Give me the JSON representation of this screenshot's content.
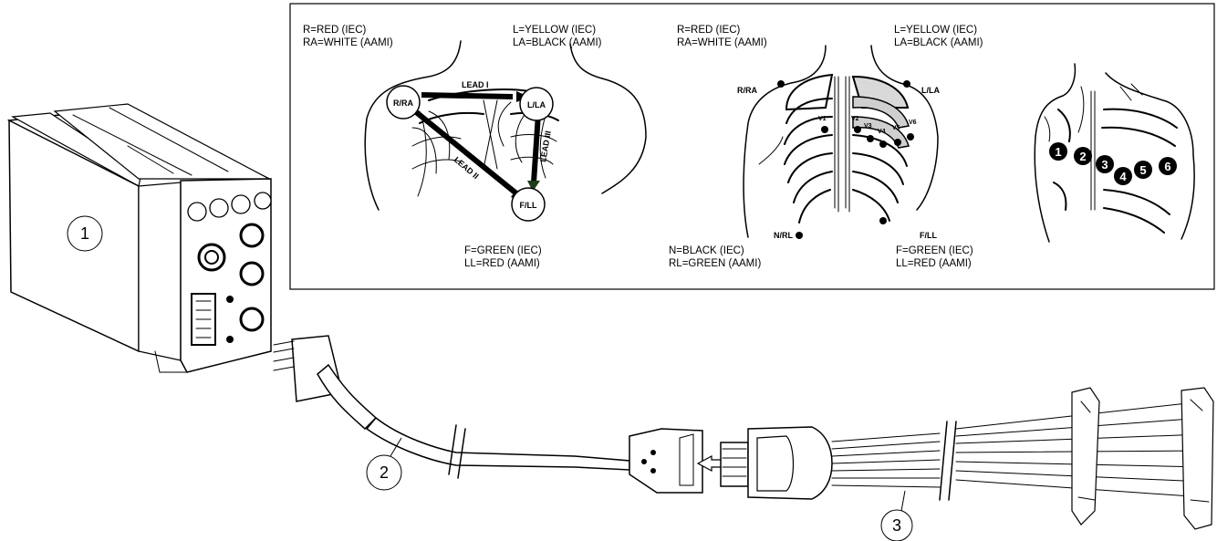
{
  "callouts": [
    "1",
    "2",
    "3"
  ],
  "lead_labels": {
    "ra_iec": "R=RED (IEC)",
    "ra_aami": "RA=WHITE (AAMI)",
    "la_iec": "L=YELLOW (IEC)",
    "la_aami": "LA=BLACK (AAMI)",
    "ll_iec": "F=GREEN (IEC)",
    "ll_aami": "LL=RED (AAMI)",
    "n_iec": "N=BLACK (IEC)",
    "n_aami": "RL=GREEN (AAMI)"
  },
  "electrodes": {
    "ra": "R/RA",
    "la": "L/LA",
    "ll": "F/LL",
    "rl": "N/RL"
  },
  "leads": {
    "lead1": "LEAD I",
    "lead2": "LEAD II",
    "lead3": "LEAD III"
  },
  "chest_leads": [
    "V1",
    "V2",
    "V3",
    "V4",
    "V5",
    "V6"
  ],
  "precordial_numbers": [
    "1",
    "2",
    "3",
    "4",
    "5",
    "6"
  ]
}
